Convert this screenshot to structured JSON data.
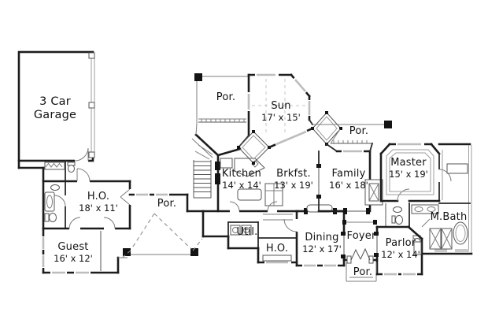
{
  "palette": {
    "background": "#ffffff",
    "wall": "#1d1d1d",
    "thin_line": "#555555",
    "window_gray": "#bdbdbd",
    "hatch_gray": "#9d9d9d",
    "text": "#131313"
  },
  "rooms": [
    {
      "id": "garage",
      "label": "3 Car Garage",
      "dims": ""
    },
    {
      "id": "porch-upper",
      "label": "Por.",
      "dims": ""
    },
    {
      "id": "sun",
      "label": "Sun",
      "dims": "17' x 15'"
    },
    {
      "id": "porch-right",
      "label": "Por.",
      "dims": ""
    },
    {
      "id": "kitchen",
      "label": "Kitchen",
      "dims": "14' x 14'"
    },
    {
      "id": "breakfast",
      "label": "Brkfst.",
      "dims": "13' x 19'"
    },
    {
      "id": "family",
      "label": "Family",
      "dims": "16' x 18'"
    },
    {
      "id": "master",
      "label": "Master",
      "dims": "15' x 19'"
    },
    {
      "id": "master-bath",
      "label": "M.Bath",
      "dims": ""
    },
    {
      "id": "home-office",
      "label": "H.O.",
      "dims": "18' x 11'"
    },
    {
      "id": "porch-entry",
      "label": "Por.",
      "dims": ""
    },
    {
      "id": "guest",
      "label": "Guest",
      "dims": "16' x 12'"
    },
    {
      "id": "utility",
      "label": "Util.",
      "dims": ""
    },
    {
      "id": "home-office-2",
      "label": "H.O.",
      "dims": ""
    },
    {
      "id": "dining",
      "label": "Dining",
      "dims": "12' x 17'"
    },
    {
      "id": "foyer",
      "label": "Foyer",
      "dims": ""
    },
    {
      "id": "parlor",
      "label": "Parlor",
      "dims": "12' x 14'"
    },
    {
      "id": "porch-front",
      "label": "Por.",
      "dims": ""
    }
  ]
}
